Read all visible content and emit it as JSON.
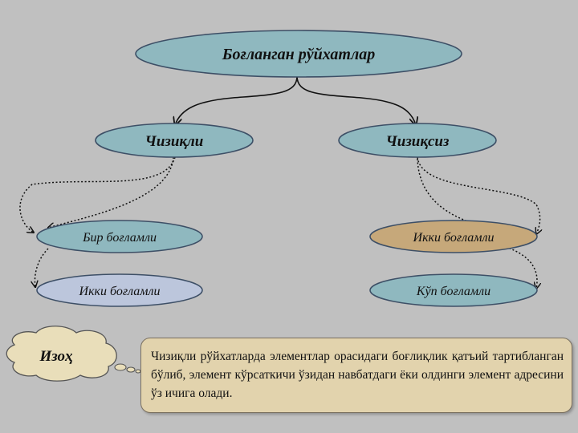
{
  "diagram": {
    "root": "Боғланган рўйхатлар",
    "left_branch": "Чизиқли",
    "right_branch": "Чизиқсиз",
    "left_children": [
      "Бир боғламли",
      "Икки боғламли"
    ],
    "right_children": [
      "Икки боғламли",
      "Кўп боғламли"
    ]
  },
  "note": {
    "label": "Изоҳ",
    "text": "Чизиқли рўйхатларда элементлар орасидаги боғлиқлик қатъий тартибланган бўлиб, элемент кўрсаткичи ўзидан навбатдаги ёки олдинги элемент адресини ўз ичига олади."
  },
  "colors": {
    "background": "#c0c0c0",
    "node_fill": "#8fb8bf",
    "node_fill_light": "#bcc6dc",
    "node_fill_tan": "#c6a87a",
    "note_fill": "#e2d3ad",
    "cloud_fill": "#e9deba"
  }
}
